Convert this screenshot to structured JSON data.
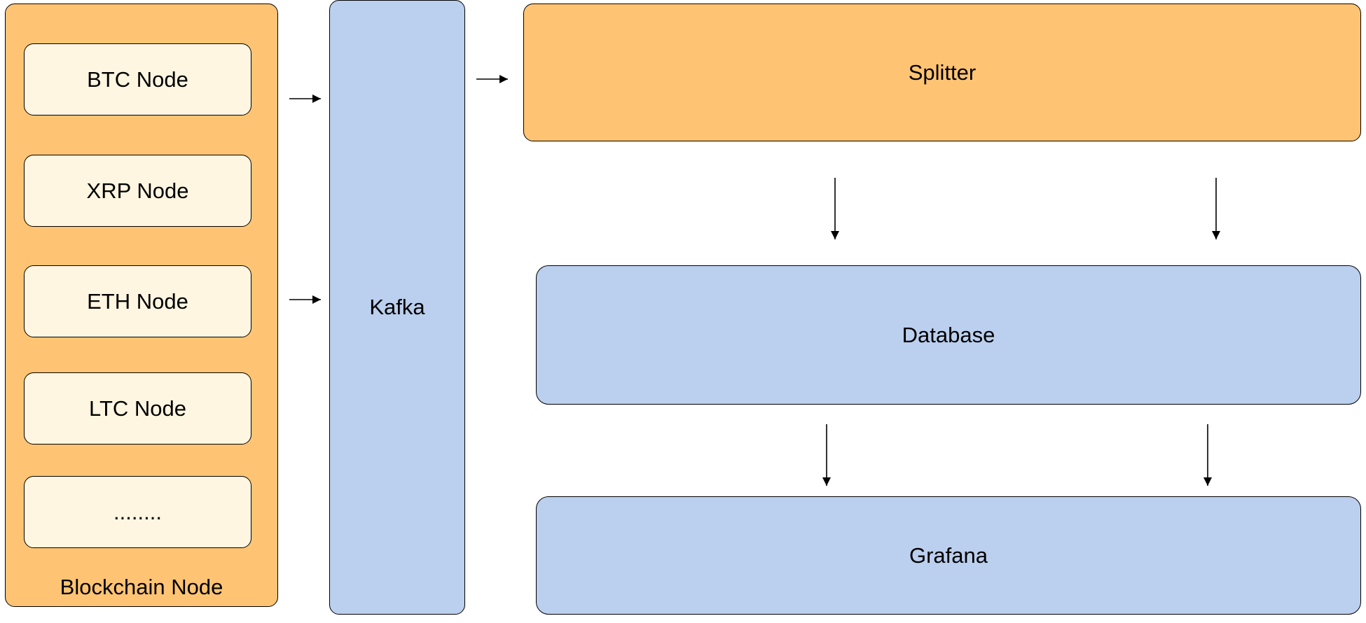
{
  "colors": {
    "orange": "#FFC473",
    "cream": "#FEF6E1",
    "blue": "#BBCFEE",
    "line": "#000000"
  },
  "blockchain_group": {
    "label": "Blockchain Node",
    "nodes": [
      {
        "label": "BTC Node"
      },
      {
        "label": "XRP Node"
      },
      {
        "label": "ETH Node"
      },
      {
        "label": "LTC Node"
      },
      {
        "label": "........"
      }
    ]
  },
  "kafka": {
    "label": "Kafka"
  },
  "splitter": {
    "label": "Splitter"
  },
  "database": {
    "label": "Database"
  },
  "grafana": {
    "label": "Grafana"
  },
  "connections": [
    {
      "from": "blockchain_group",
      "to": "kafka"
    },
    {
      "from": "blockchain_group",
      "to": "kafka"
    },
    {
      "from": "kafka",
      "to": "splitter"
    },
    {
      "from": "splitter",
      "to": "database"
    },
    {
      "from": "splitter",
      "to": "database"
    },
    {
      "from": "database",
      "to": "grafana"
    },
    {
      "from": "database",
      "to": "grafana"
    }
  ]
}
